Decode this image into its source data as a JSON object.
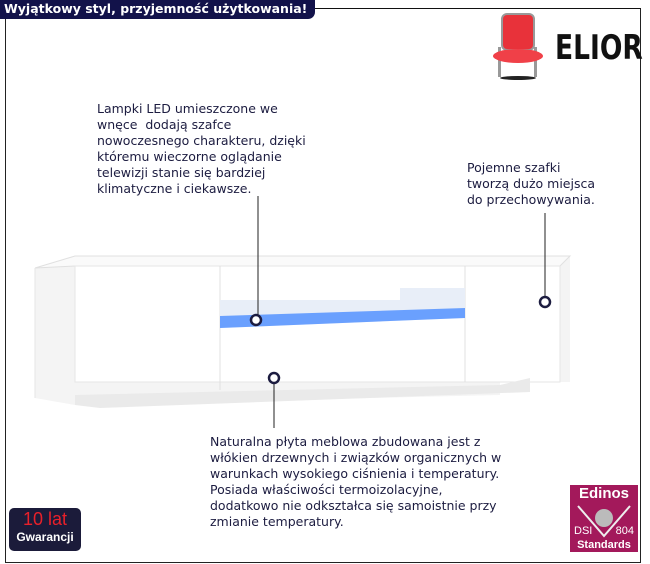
{
  "banner": "Wyjątkowy styl, przyjemność użytkowania!",
  "brand": {
    "name": "ELIOR"
  },
  "callouts": {
    "led": "Lampki LED umieszczone we\nwnęce  dodają szafce\nnowoczesnego charakteru, dzięki\nktóremu wieczorne oglądanie\ntelewizji stanie się bardziej\nklimatyczne i ciekawsze.",
    "storage": "Pojemne szafki\ntworzą dużo miejsca\ndo przechowywania.",
    "board": "Naturalna płyta meblowa zbudowana jest z\nwłókien drzewnych i związków organicznych w\nwarunkach wysokiego ciśnienia i temperatury.\nPosiada właściwości termoizolacyjne,\ndodatkowo nie odkształca się samoistnie przy\nzmianie temperatury."
  },
  "warranty": {
    "years": "10 lat",
    "label": "Gwarancji"
  },
  "certificate": {
    "title": "Edinos",
    "left": "DSI",
    "right": "804",
    "bottom": "Standards"
  },
  "colors": {
    "banner": "#12124a",
    "text": "#1c1c40",
    "led": "#4a8cff",
    "cert": "#a3195b",
    "warranty_red": "#e8202a"
  }
}
